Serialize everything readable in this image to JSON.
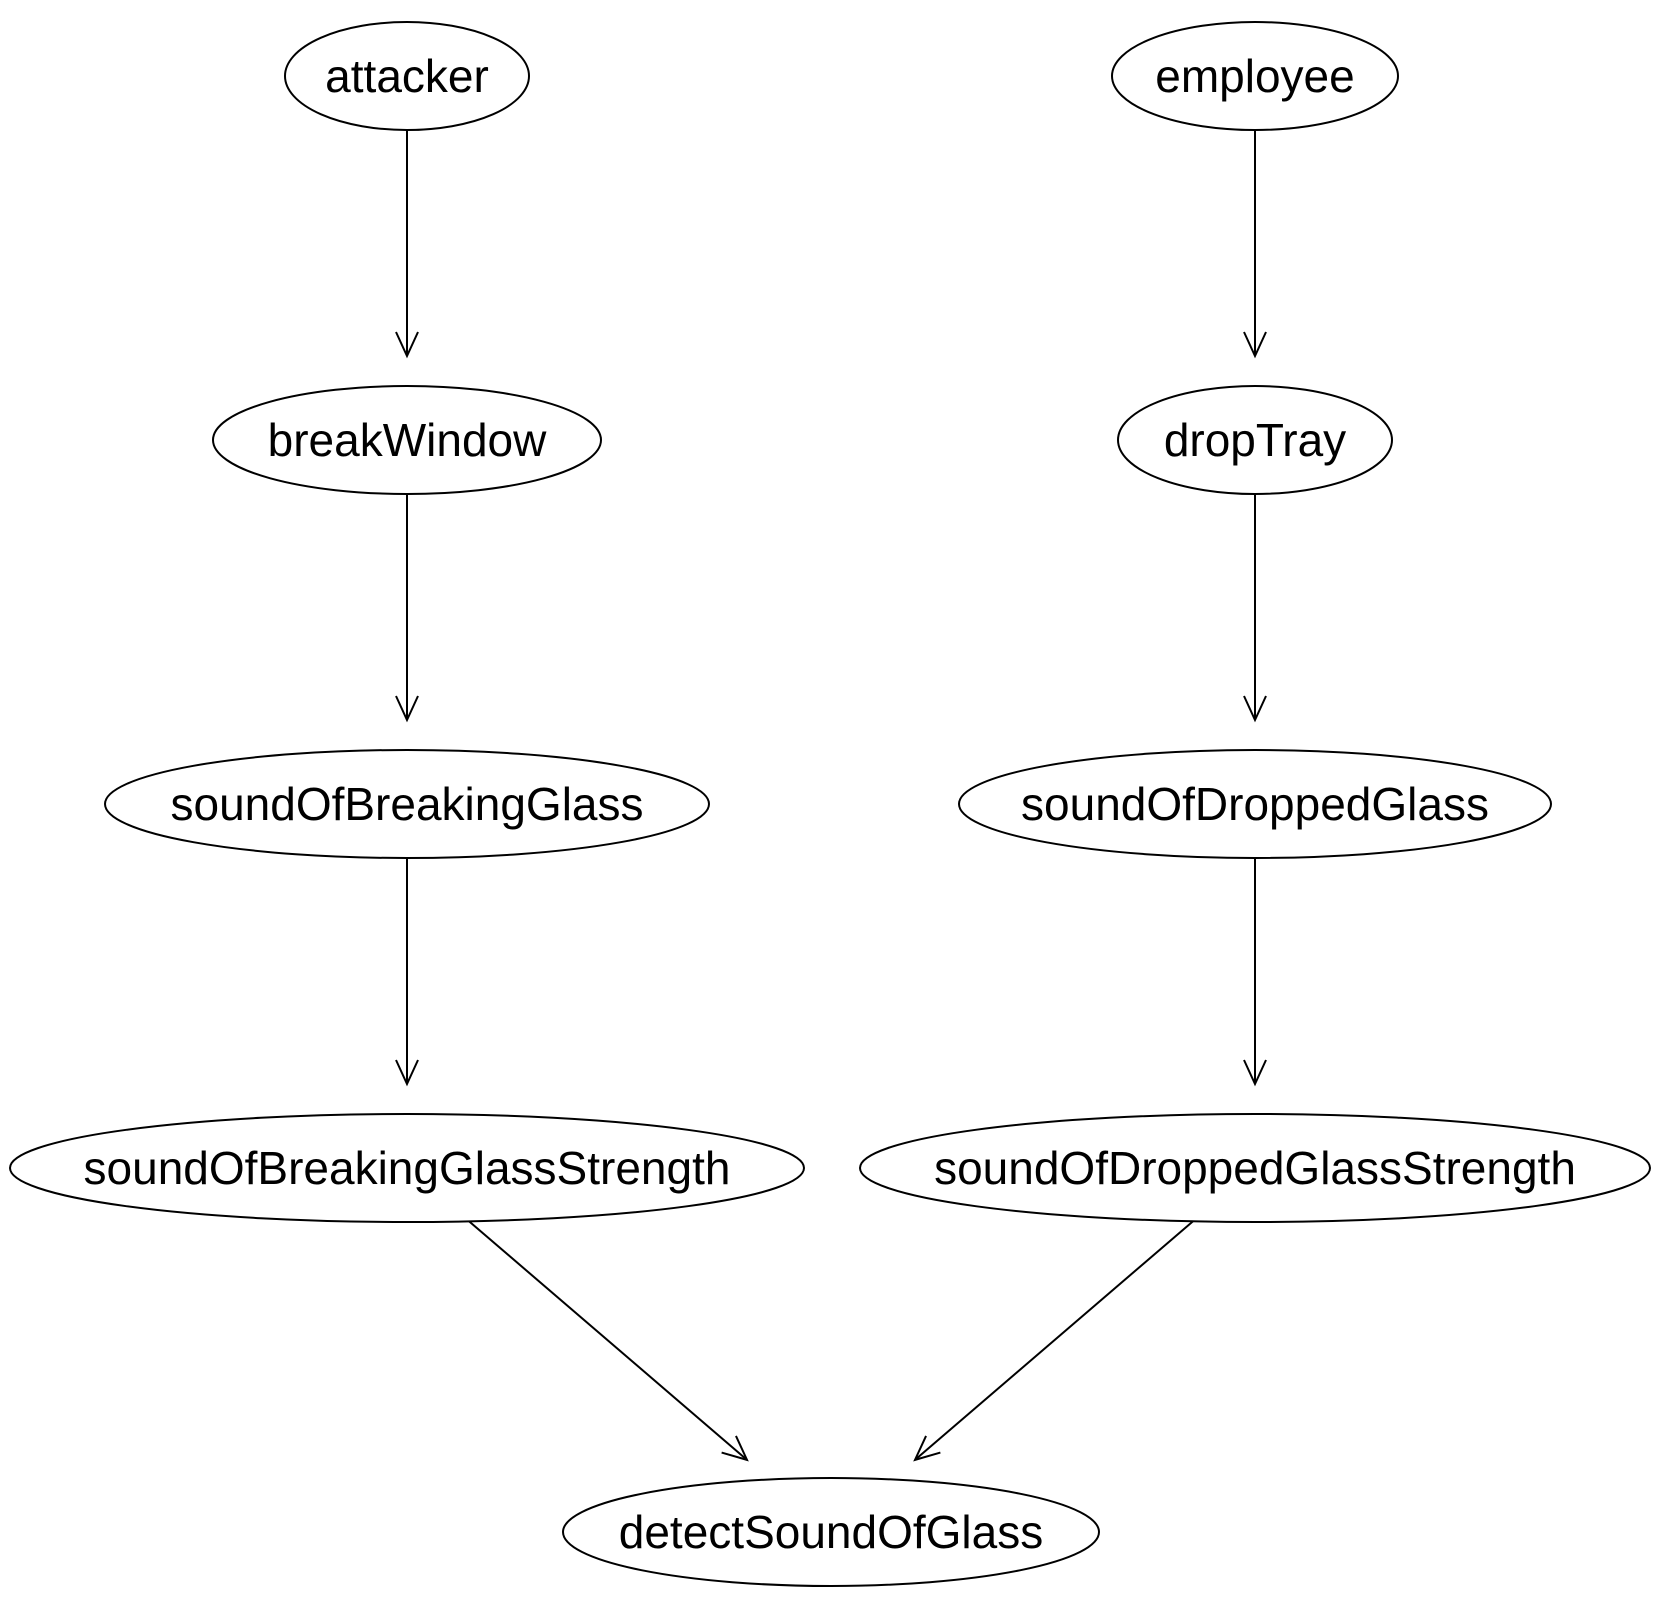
{
  "diagram": {
    "type": "directed-graph",
    "nodes": [
      {
        "id": "attacker",
        "label": "attacker"
      },
      {
        "id": "employee",
        "label": "employee"
      },
      {
        "id": "breakWindow",
        "label": "breakWindow"
      },
      {
        "id": "dropTray",
        "label": "dropTray"
      },
      {
        "id": "soundOfBreakingGlass",
        "label": "soundOfBreakingGlass"
      },
      {
        "id": "soundOfDroppedGlass",
        "label": "soundOfDroppedGlass"
      },
      {
        "id": "soundOfBreakingGlassStrength",
        "label": "soundOfBreakingGlassStrength"
      },
      {
        "id": "soundOfDroppedGlassStrength",
        "label": "soundOfDroppedGlassStrength"
      },
      {
        "id": "detectSoundOfGlass",
        "label": "detectSoundOfGlass"
      }
    ],
    "edges": [
      {
        "from": "attacker",
        "to": "breakWindow"
      },
      {
        "from": "breakWindow",
        "to": "soundOfBreakingGlass"
      },
      {
        "from": "soundOfBreakingGlass",
        "to": "soundOfBreakingGlassStrength"
      },
      {
        "from": "soundOfBreakingGlassStrength",
        "to": "detectSoundOfGlass"
      },
      {
        "from": "employee",
        "to": "dropTray"
      },
      {
        "from": "dropTray",
        "to": "soundOfDroppedGlass"
      },
      {
        "from": "soundOfDroppedGlass",
        "to": "soundOfDroppedGlassStrength"
      },
      {
        "from": "soundOfDroppedGlassStrength",
        "to": "detectSoundOfGlass"
      }
    ]
  }
}
